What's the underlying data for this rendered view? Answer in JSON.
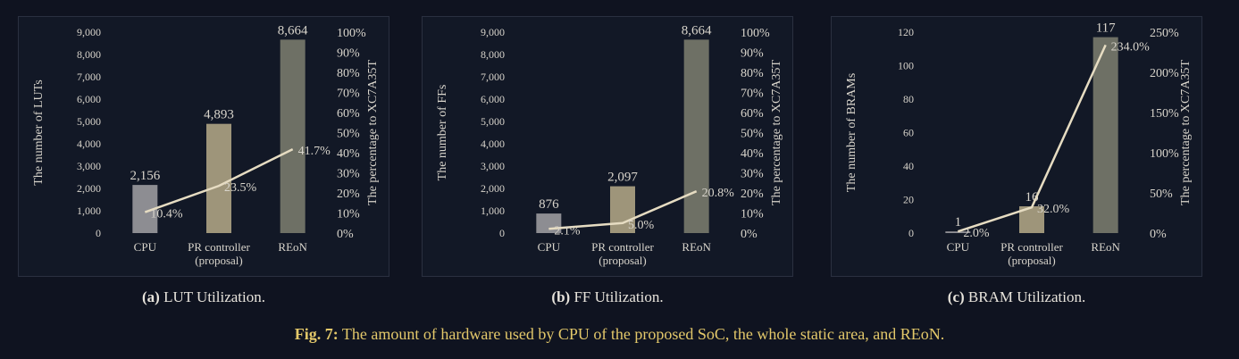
{
  "chart_data": [
    {
      "type": "bar",
      "categories": [
        "CPU",
        "PR controller",
        "REoN"
      ],
      "category_sublabels": [
        "",
        "(proposal)",
        ""
      ],
      "values": [
        2156,
        4893,
        8664
      ],
      "value_labels": [
        "2,156",
        "4,893",
        "8,664"
      ],
      "ylabel": "The number of LUTs",
      "ylim": [
        0,
        9000
      ],
      "yticks": [
        "0",
        "1,000",
        "2,000",
        "3,000",
        "4,000",
        "5,000",
        "6,000",
        "7,000",
        "8,000",
        "9,000"
      ],
      "y2label": "The percentage to XC7A35T",
      "y2lim": [
        0,
        100
      ],
      "y2ticks": [
        "0%",
        "10%",
        "20%",
        "30%",
        "40%",
        "50%",
        "60%",
        "70%",
        "80%",
        "90%",
        "100%"
      ],
      "line_values": [
        10.4,
        23.5,
        41.7
      ],
      "line_labels": [
        "10.4%",
        "23.5%",
        "41.7%"
      ],
      "bar_colors": [
        "#8d8d92",
        "#9e957a",
        "#6e7065"
      ],
      "caption_label": "(a)",
      "caption_text": "LUT Utilization."
    },
    {
      "type": "bar",
      "categories": [
        "CPU",
        "PR controller",
        "REoN"
      ],
      "category_sublabels": [
        "",
        "(proposal)",
        ""
      ],
      "values": [
        876,
        2097,
        8664
      ],
      "value_labels": [
        "876",
        "2,097",
        "8,664"
      ],
      "ylabel": "The number of FFs",
      "ylim": [
        0,
        9000
      ],
      "yticks": [
        "0",
        "1,000",
        "2,000",
        "3,000",
        "4,000",
        "5,000",
        "6,000",
        "7,000",
        "8,000",
        "9,000"
      ],
      "y2label": "The percentage to XC7A35T",
      "y2lim": [
        0,
        100
      ],
      "y2ticks": [
        "0%",
        "10%",
        "20%",
        "30%",
        "40%",
        "50%",
        "60%",
        "70%",
        "80%",
        "90%",
        "100%"
      ],
      "line_values": [
        2.1,
        5.0,
        20.8
      ],
      "line_labels": [
        "2.1%",
        "5.0%",
        "20.8%"
      ],
      "bar_colors": [
        "#8d8d92",
        "#9e957a",
        "#6e7065"
      ],
      "caption_label": "(b)",
      "caption_text": "FF Utilization."
    },
    {
      "type": "bar",
      "categories": [
        "CPU",
        "PR controller",
        "REoN"
      ],
      "category_sublabels": [
        "",
        "(proposal)",
        ""
      ],
      "values": [
        1,
        16,
        117
      ],
      "value_labels": [
        "1",
        "16",
        "117"
      ],
      "ylabel": "The number of BRAMs",
      "ylim": [
        0,
        120
      ],
      "yticks": [
        "0",
        "20",
        "40",
        "60",
        "80",
        "100",
        "120"
      ],
      "y2label": "The percentage to XC7A35T",
      "y2lim": [
        0,
        250
      ],
      "y2ticks": [
        "0%",
        "50%",
        "100%",
        "150%",
        "200%",
        "250%"
      ],
      "line_values": [
        2.0,
        32.0,
        234.0
      ],
      "line_labels": [
        "2.0%",
        "32.0%",
        "234.0%"
      ],
      "bar_colors": [
        "#8d8d92",
        "#9e957a",
        "#6e7065"
      ],
      "caption_label": "(c)",
      "caption_text": "BRAM Utilization."
    }
  ],
  "line_color": "#e6dcc2",
  "figure": {
    "label": "Fig. 7:",
    "text": "The amount of hardware used by CPU of the proposed SoC, the whole static area, and REoN."
  }
}
